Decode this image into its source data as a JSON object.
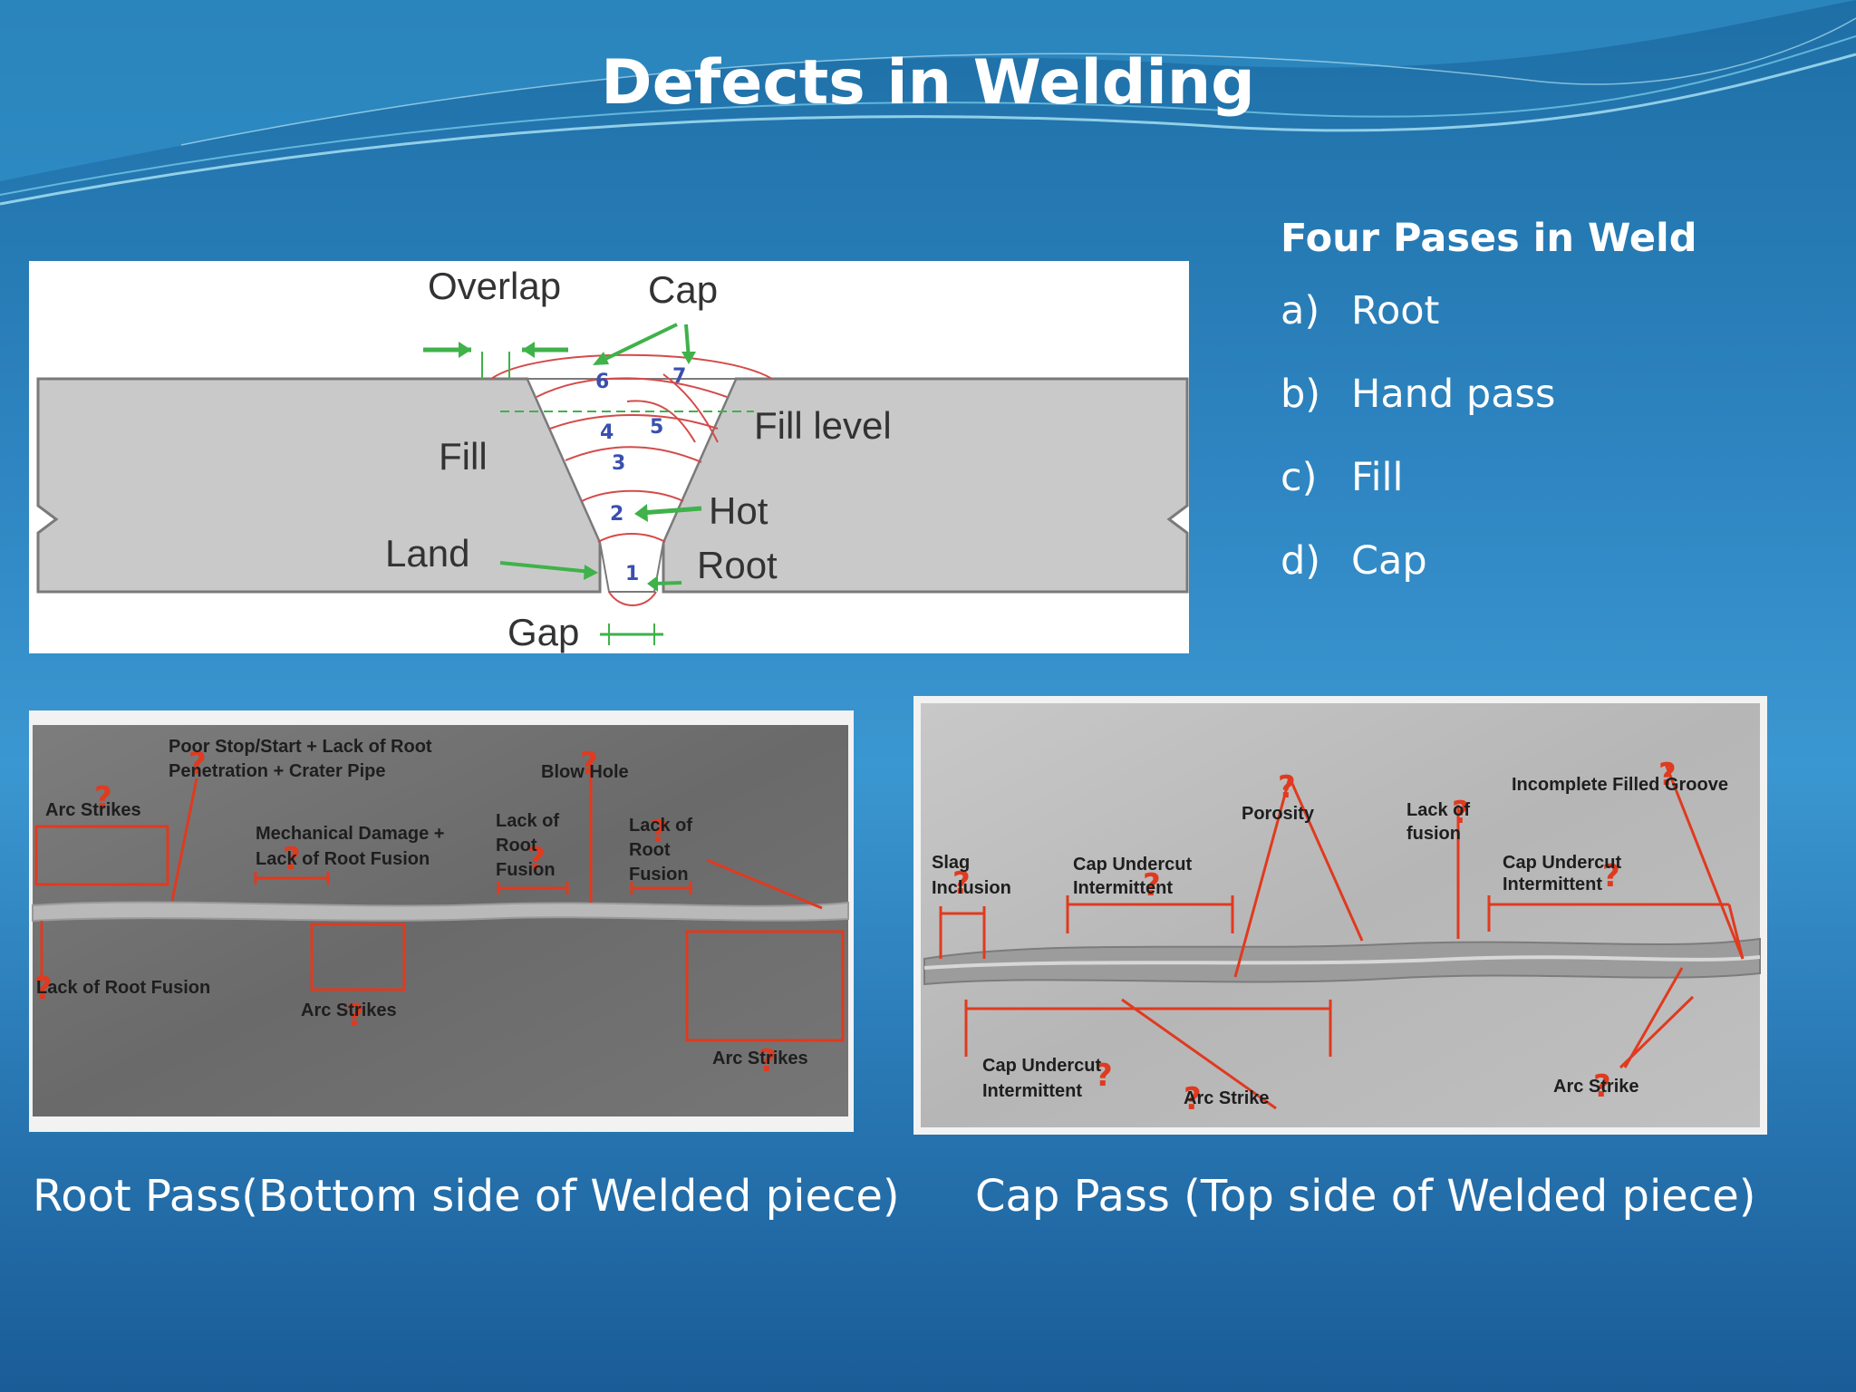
{
  "slide": {
    "title": "Defects in Welding",
    "accent_color": "#1e6fa6",
    "defect_marker_color": "#e8301c",
    "pass_arrow_color": "#3fb24a"
  },
  "joint_diagram": {
    "labels": {
      "overlap": "Overlap",
      "cap": "Cap",
      "fill": "Fill",
      "fill_level": "Fill level",
      "hot": "Hot",
      "land": "Land",
      "root": "Root",
      "gap": "Gap"
    },
    "bead_numbers": [
      "1",
      "2",
      "3",
      "4",
      "5",
      "6",
      "7"
    ]
  },
  "passes": {
    "heading": "Four Pases in Weld",
    "items": [
      {
        "marker": "a)",
        "label": "Root"
      },
      {
        "marker": "b)",
        "label": "Hand pass"
      },
      {
        "marker": "c)",
        "label": "Fill"
      },
      {
        "marker": "d)",
        "label": "Cap"
      }
    ]
  },
  "root_photo": {
    "caption": "Root  Pass(Bottom side of Welded piece)",
    "defects": {
      "poor_stop_1": "Poor Stop/Start + Lack of Root",
      "poor_stop_2": "Penetration + Crater Pipe",
      "arc_strikes_left": "Arc Strikes",
      "blow_hole": "Blow Hole",
      "mech_1": "Mechanical Damage +",
      "mech_2": "Lack of Root Fusion",
      "lrf_mid_1": "Lack of",
      "lrf_mid_2": "Root",
      "lrf_mid_3": "Fusion",
      "lrf_right_1": "Lack of",
      "lrf_right_2": "Root",
      "lrf_right_3": "Fusion",
      "lack_root_fusion": "Lack of Root Fusion",
      "arc_strikes_mid": "Arc Strikes",
      "arc_strikes_right": "Arc Strikes"
    }
  },
  "cap_photo": {
    "caption": "Cap Pass (Top side of Welded piece)",
    "defects": {
      "incomplete_groove": "Incomplete Filled Groove",
      "porosity": "Porosity",
      "lack_fusion_1": "Lack of",
      "lack_fusion_2": "fusion",
      "slag_1": "Slag",
      "slag_2": "Inclusion",
      "undercut_left_1": "Cap Undercut",
      "undercut_left_2": "Intermittent",
      "undercut_right_1": "Cap Undercut",
      "undercut_right_2": "Intermittent",
      "undercut_bottom_1": "Cap Undercut",
      "undercut_bottom_2": "Intermittent",
      "arc_strike_mid": "Arc Strike",
      "arc_strike_right": "Arc Strike"
    }
  }
}
